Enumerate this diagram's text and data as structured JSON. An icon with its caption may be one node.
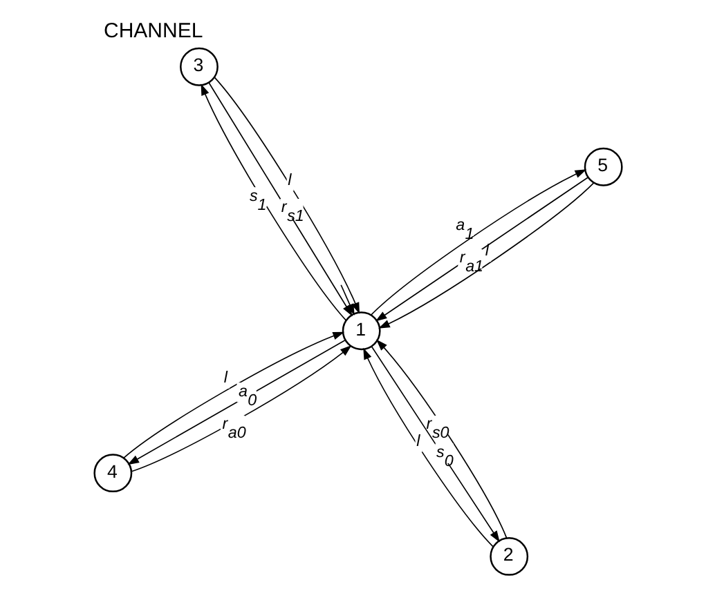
{
  "diagram": {
    "title": "CHANNEL",
    "nodes": [
      {
        "text": [
          "4"
        ]
      },
      {
        "text": [
          "2"
        ]
      },
      {
        "text": [
          "1"
        ]
      },
      {
        "text": [
          "3"
        ]
      },
      {
        "text": [
          "5"
        ]
      }
    ],
    "edges": [
      {
        "from": null,
        "to": 2,
        "arrow": "to"
      },
      {
        "from": 2,
        "to": 0,
        "arrow": "to",
        "label": "a$_{0}$"
      },
      {
        "from": 0,
        "to": 2,
        "arrow": "to",
        "label": "l"
      },
      {
        "from": 0,
        "to": 2,
        "arrow": "to",
        "label": "r$_{a0}$"
      },
      {
        "from": 2,
        "to": 1,
        "arrow": "to",
        "label": "s$_{0}$"
      },
      {
        "from": 1,
        "to": 2,
        "arrow": "to",
        "label": "l"
      },
      {
        "from": 1,
        "to": 2,
        "arrow": "to",
        "label": "r$_{s0}$"
      },
      {
        "from": 2,
        "to": 3,
        "arrow": "to",
        "label": "s$_{1}$"
      },
      {
        "from": 3,
        "to": 2,
        "arrow": "to",
        "label": "l"
      },
      {
        "from": 3,
        "to": 2,
        "arrow": "to",
        "label": "r$_{s1}$"
      },
      {
        "from": 2,
        "to": 4,
        "arrow": "to",
        "label": "a$_{1}$"
      },
      {
        "from": 4,
        "to": 2,
        "arrow": "to",
        "label": "l"
      },
      {
        "from": 4,
        "to": 2,
        "arrow": "to",
        "label": "r$_{a1}$"
      }
    ]
  }
}
